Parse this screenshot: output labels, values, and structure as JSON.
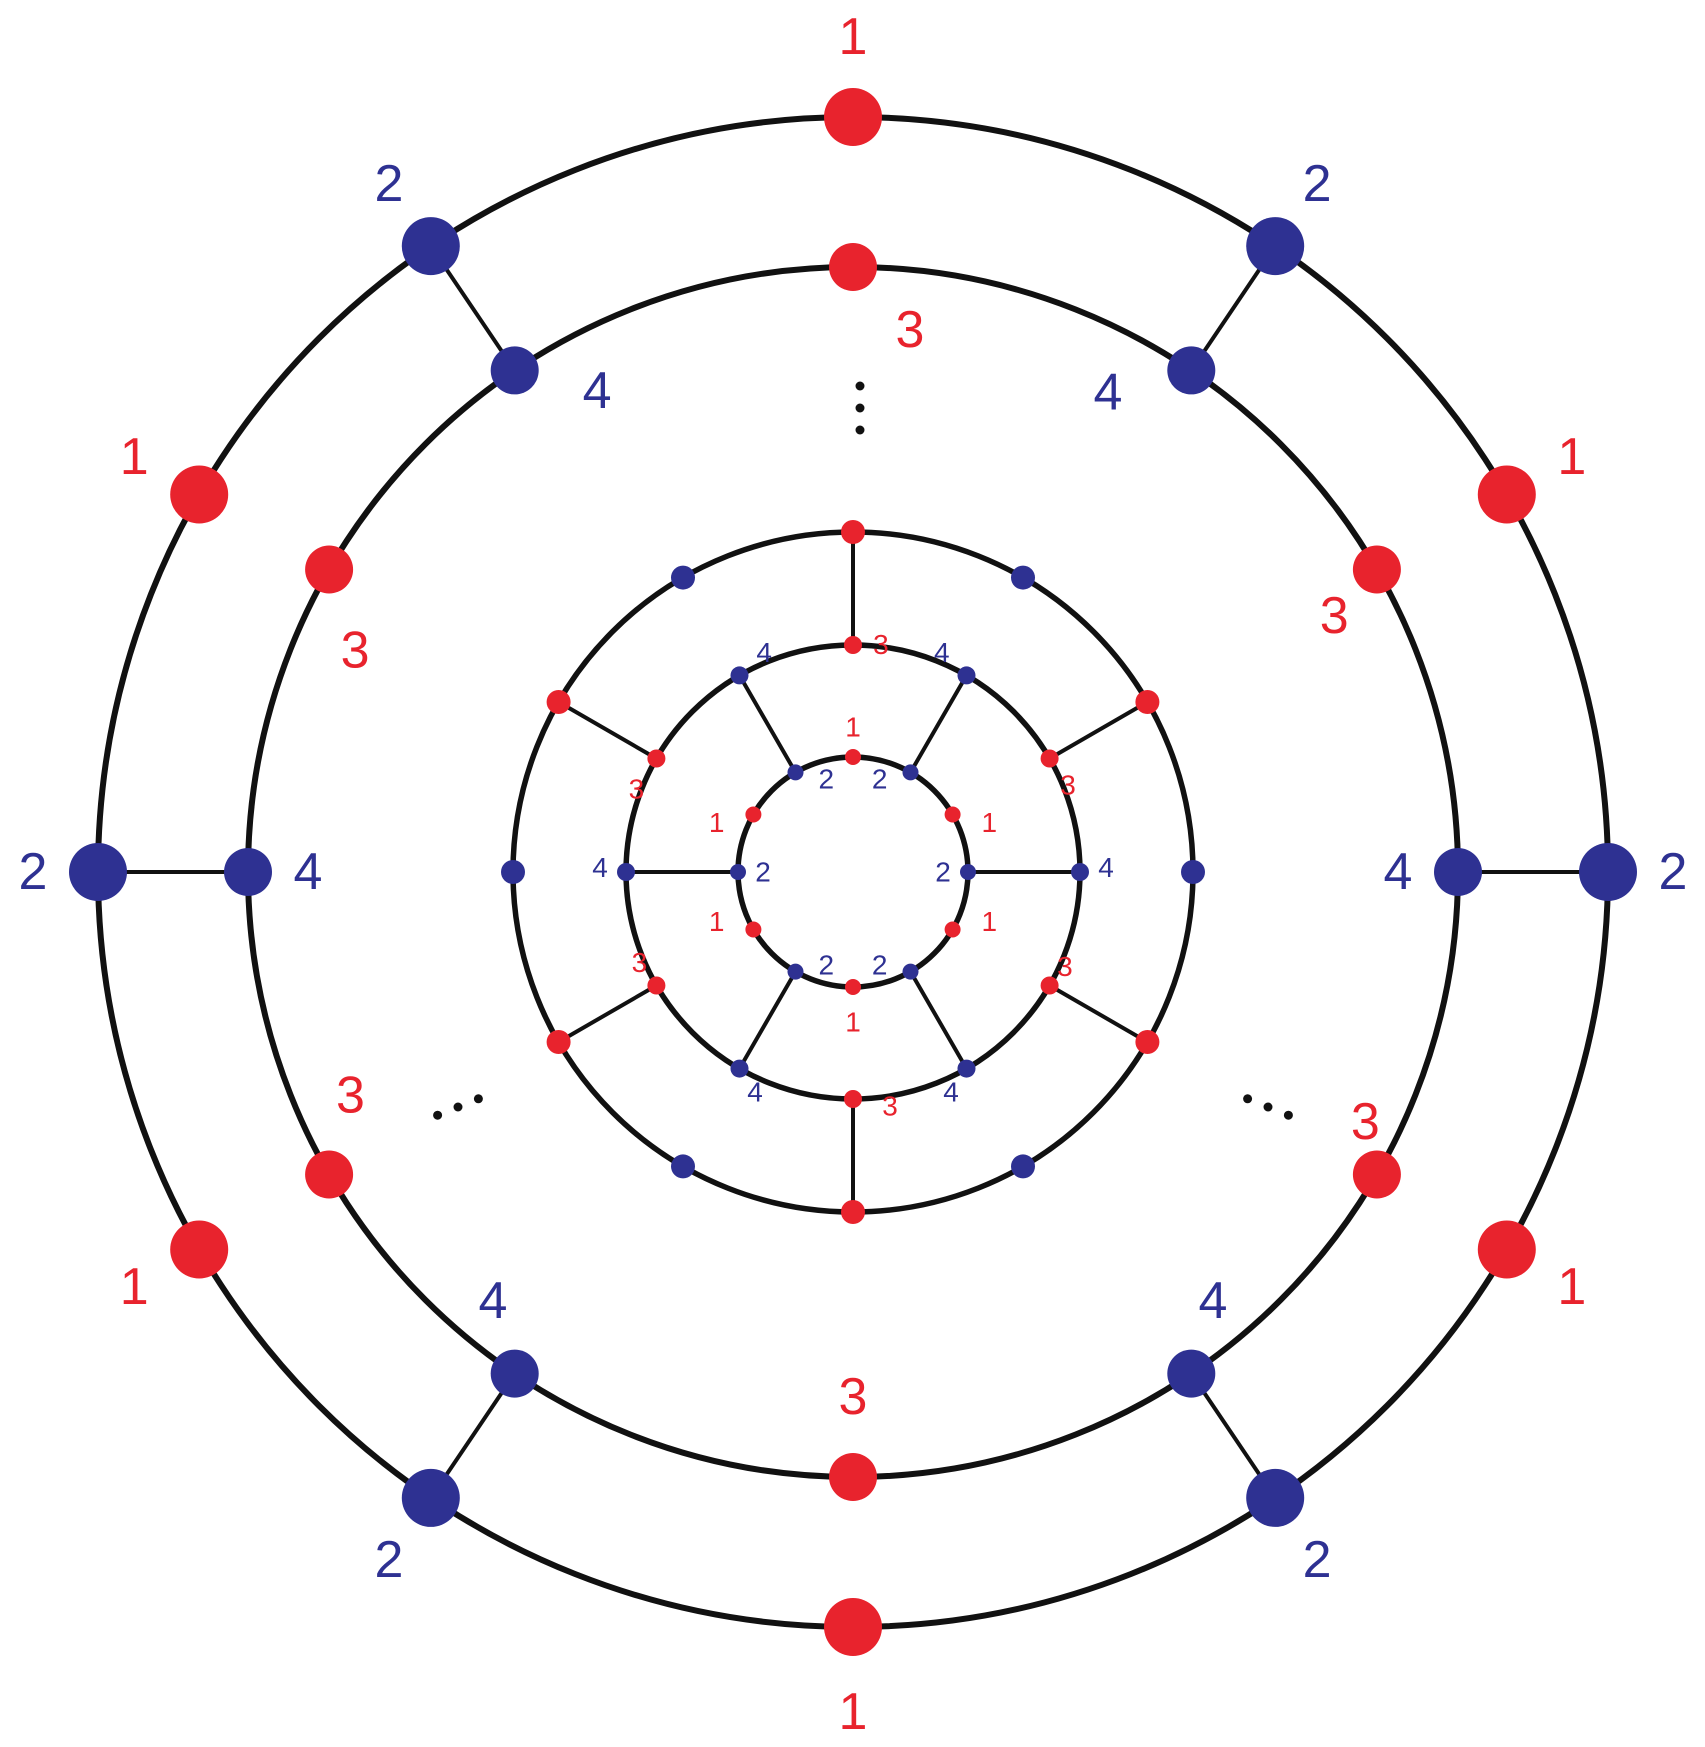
{
  "colors": {
    "red": "#e8232d",
    "blue": "#2e3192",
    "line": "#111111",
    "background": "#ffffff"
  },
  "labels": {
    "one": "1",
    "two": "2",
    "three": "3",
    "four": "4",
    "dots": ". . ."
  }
}
